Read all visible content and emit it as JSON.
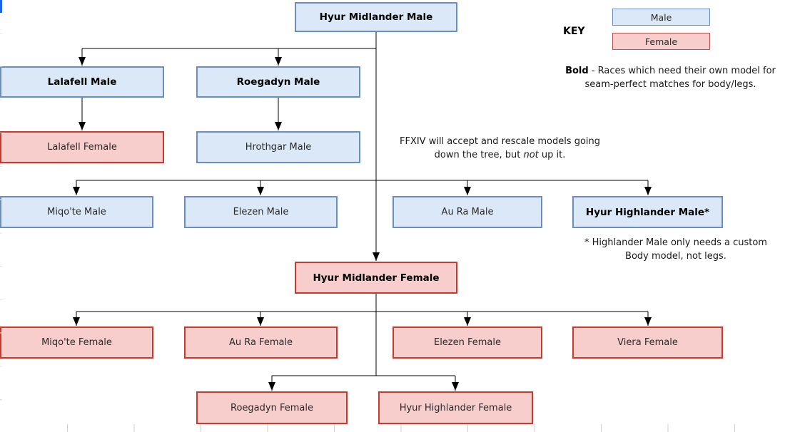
{
  "nodes": {
    "hyur_midlander_male": "Hyur Midlander Male",
    "lalafell_male": "Lalafell Male",
    "roegadyn_male": "Roegadyn Male",
    "lalafell_female": "Lalafell Female",
    "hrothgar_male": "Hrothgar Male",
    "miqote_male": "Miqo'te Male",
    "elezen_male": "Elezen Male",
    "aura_male": "Au Ra Male",
    "hyur_highlander_male": "Hyur Highlander Male*",
    "hyur_midlander_female": "Hyur Midlander Female",
    "miqote_female": "Miqo'te Female",
    "aura_female": "Au Ra Female",
    "elezen_female": "Elezen Female",
    "viera_female": "Viera Female",
    "roegadyn_female": "Roegadyn Female",
    "hyur_highlander_female": "Hyur Highlander Female"
  },
  "key": {
    "title": "KEY",
    "male": "Male",
    "female": "Female"
  },
  "notes": {
    "bold_note": {
      "lead": "Bold",
      "rest": " - Races which need their own model for seam-perfect matches for body/legs."
    },
    "rescale": {
      "part1": "FFXIV will accept and rescale models going down the tree, but ",
      "italic": "not",
      "part2": " up it."
    },
    "highlander": "* Highlander Male only needs a custom Body model, not legs."
  },
  "colors": {
    "male_fill": "#dbe8f8",
    "male_stroke": "#6c8ebf",
    "female_fill": "#f7cecc",
    "female_stroke": "#c53b2d",
    "key_female_stroke": "#b85450",
    "connector": "#000000",
    "tick": "#cfcfcf",
    "corner_mark": "#1b66e8"
  }
}
